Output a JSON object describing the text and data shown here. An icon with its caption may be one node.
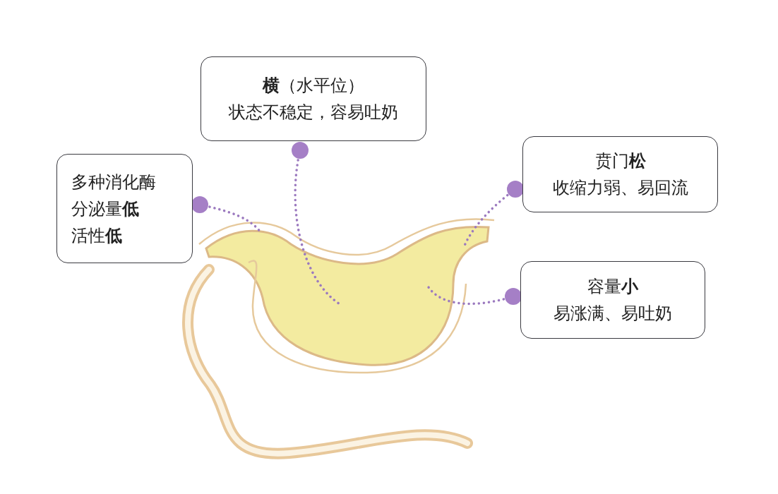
{
  "diagram": {
    "nodes": [
      {
        "text": [
          "**横**（水平位）",
          "状态不稳定，容易吐奶"
        ]
      },
      {
        "text": [
          "贲门**松**",
          "收缩力弱、易回流"
        ]
      },
      {
        "text": [
          "多种消化酶",
          "分泌量**低**",
          "活性**低**"
        ]
      },
      {
        "text": [
          "容量**小**",
          "易涨满、易吐奶"
        ]
      }
    ],
    "edges": [
      {
        "from": 0,
        "to": null,
        "arrow": "other",
        "style": "dashed"
      },
      {
        "from": 1,
        "to": null,
        "arrow": "other",
        "style": "dashed"
      },
      {
        "from": 2,
        "to": null,
        "arrow": "other",
        "style": "dashed"
      },
      {
        "from": 3,
        "to": null,
        "arrow": "other",
        "style": "dashed"
      }
    ]
  }
}
